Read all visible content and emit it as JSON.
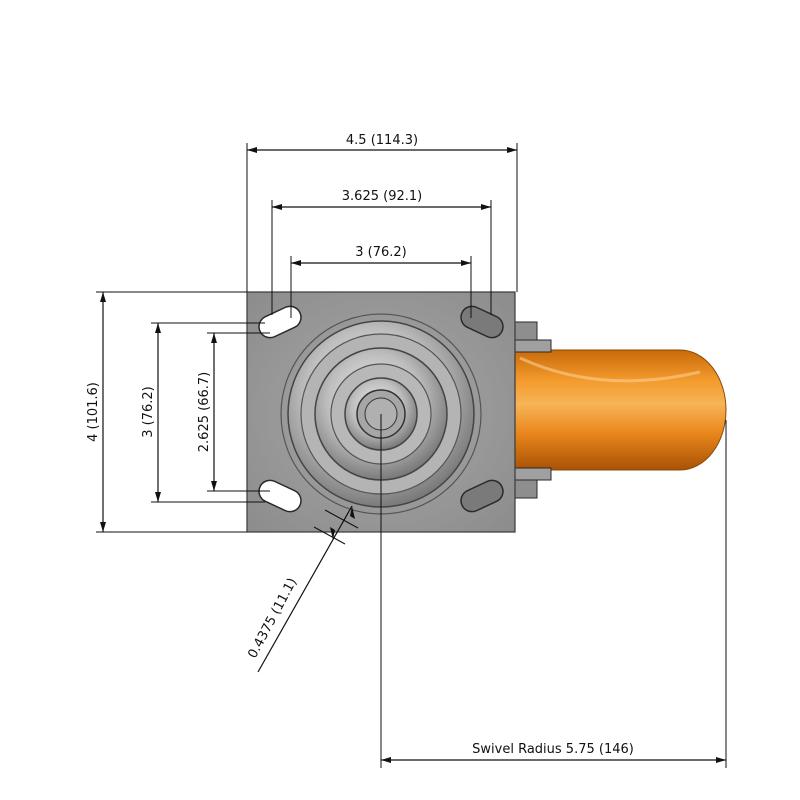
{
  "colors": {
    "plate_fill": "#9a9a9a",
    "plate_edge": "#4a4a4a",
    "wheel_orange": "#e8861c",
    "wheel_dark": "#b85c08",
    "line": "#111111"
  },
  "dimensions": {
    "plate_width": "4.5 (114.3)",
    "outer_bolt_spacing_horizontal": "3.625 (92.1)",
    "inner_bolt_spacing_horizontal": "3 (76.2)",
    "plate_height": "4 (101.6)",
    "outer_bolt_spacing_vertical": "3 (76.2)",
    "inner_bolt_spacing_vertical": "2.625 (66.7)",
    "bolt_hole_size": "0.4375 (11.1)",
    "swivel_radius": "Swivel Radius 5.75 (146)"
  }
}
